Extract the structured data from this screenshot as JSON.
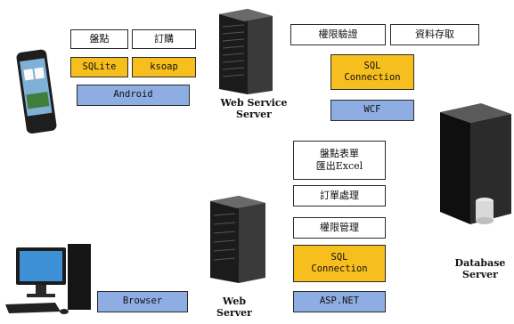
{
  "android_stack": {
    "top_row": [
      "盤點",
      "訂購"
    ],
    "middle_row": [
      "SQLite",
      "ksoap"
    ],
    "platform": "Android"
  },
  "wcf_stack": {
    "top_row": [
      "權限驗證",
      "資料存取"
    ],
    "connection": "SQL\nConnection",
    "platform": "WCF"
  },
  "aspnet_stack": {
    "items": [
      "盤點表單\n匯出Excel",
      "訂單處理",
      "權限管理"
    ],
    "connection": "SQL\nConnection",
    "platform": "ASP.NET"
  },
  "browser_label": "Browser",
  "labels": {
    "web_service_server": "Web Service\nServer",
    "web_server": "Web\nServer",
    "database_server": "Database\nServer"
  },
  "colors": {
    "orange": "#f7bf1d",
    "blue": "#8eaee3"
  }
}
